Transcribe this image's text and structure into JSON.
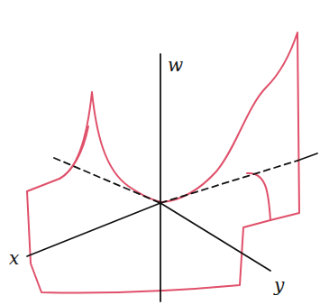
{
  "diagram": {
    "labels": [
      "w",
      "x",
      "y"
    ]
  }
}
